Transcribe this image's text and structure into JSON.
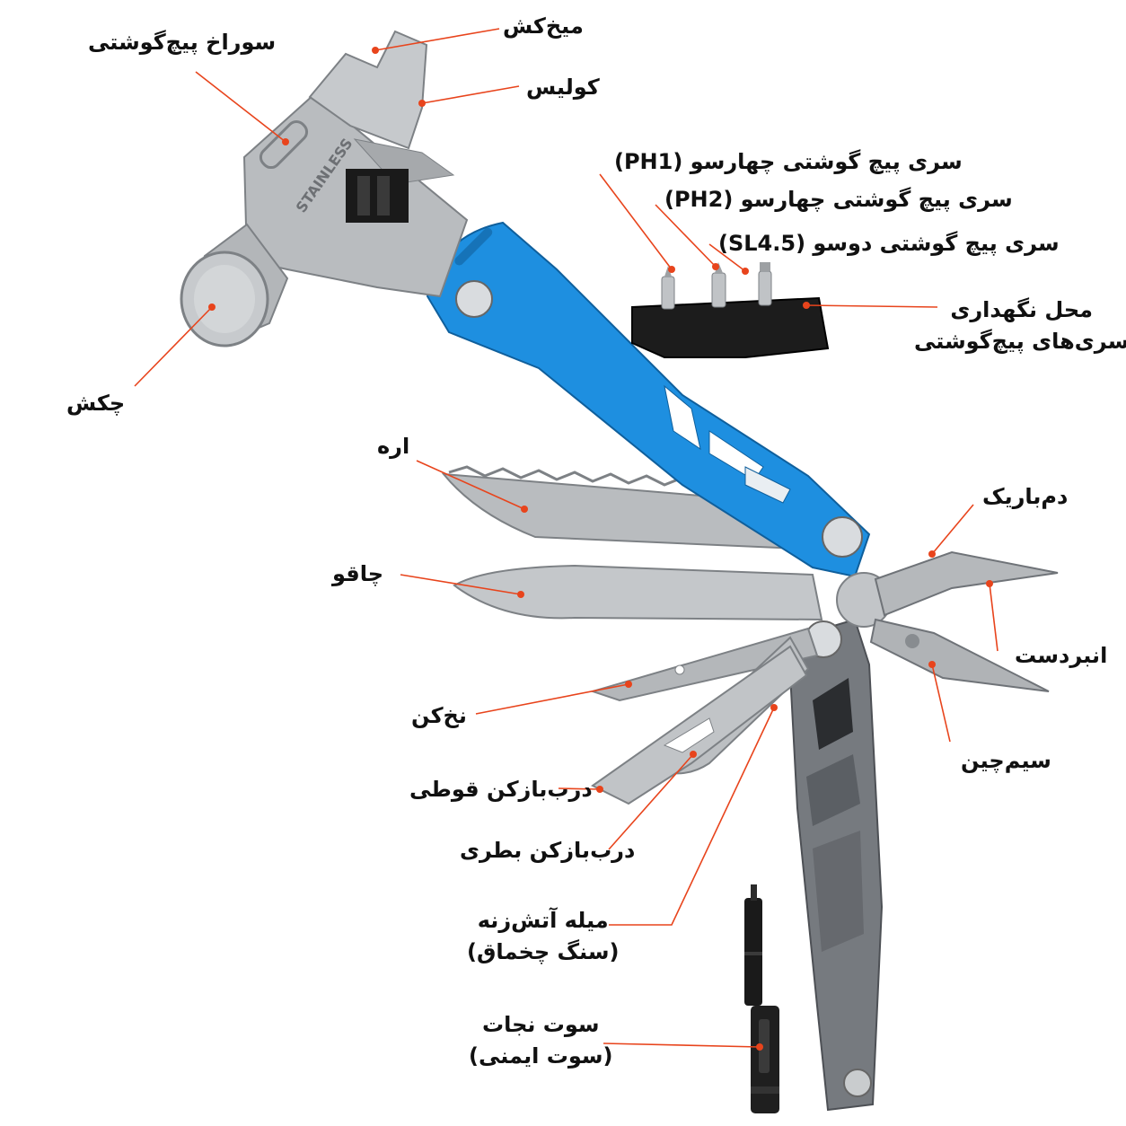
{
  "colors": {
    "leader": "#e8441c",
    "handle_blue": "#1e8fe0",
    "steel": "#b9bcbf",
    "steel_dark": "#7d8185",
    "handle_gray": "#767a7f",
    "black_part": "#1a1a1a",
    "text": "#111111"
  },
  "icons": {
    "hammer": "hammer-head-icon",
    "blue_handle": "blue-handle-icon",
    "gray_handle": "gray-handle-icon",
    "pliers": "pliers-jaw-icon",
    "bit_holder": "bit-holder-icon",
    "fire_rod": "fire-rod-icon"
  },
  "engraving": "STAINLESS",
  "labels": {
    "nail_puller": "میخ‌کش",
    "screw_hole": "سوراخ پیچ‌گوشتی",
    "caliper": "کولیس",
    "ph1": "سری پیچ گوشتی چهارسو (PH1)",
    "ph2": "سری پیچ گوشتی چهارسو (PH2)",
    "sl45": "سری پیچ گوشتی دوسو (SL4.5)",
    "bit_holder_1": "محل نگهداری",
    "bit_holder_2": "سری‌های پیچ‌گوشتی",
    "hammer": "چکش",
    "saw": "اره",
    "needle_nose": "دم‌باریک",
    "knife": "چاقو",
    "pliers": "انبردست",
    "file": "نخ‌کن",
    "wire_cutter": "سیم‌چین",
    "can_opener": "درب‌بازکن قوطی",
    "bottle_opener": "درب‌بازکن بطری",
    "fire_rod_1": "میله آتش‌زنه",
    "fire_rod_2": "(سنگ چخماق)",
    "whistle_1": "سوت نجات",
    "whistle_2": "(سوت ایمنی)"
  }
}
